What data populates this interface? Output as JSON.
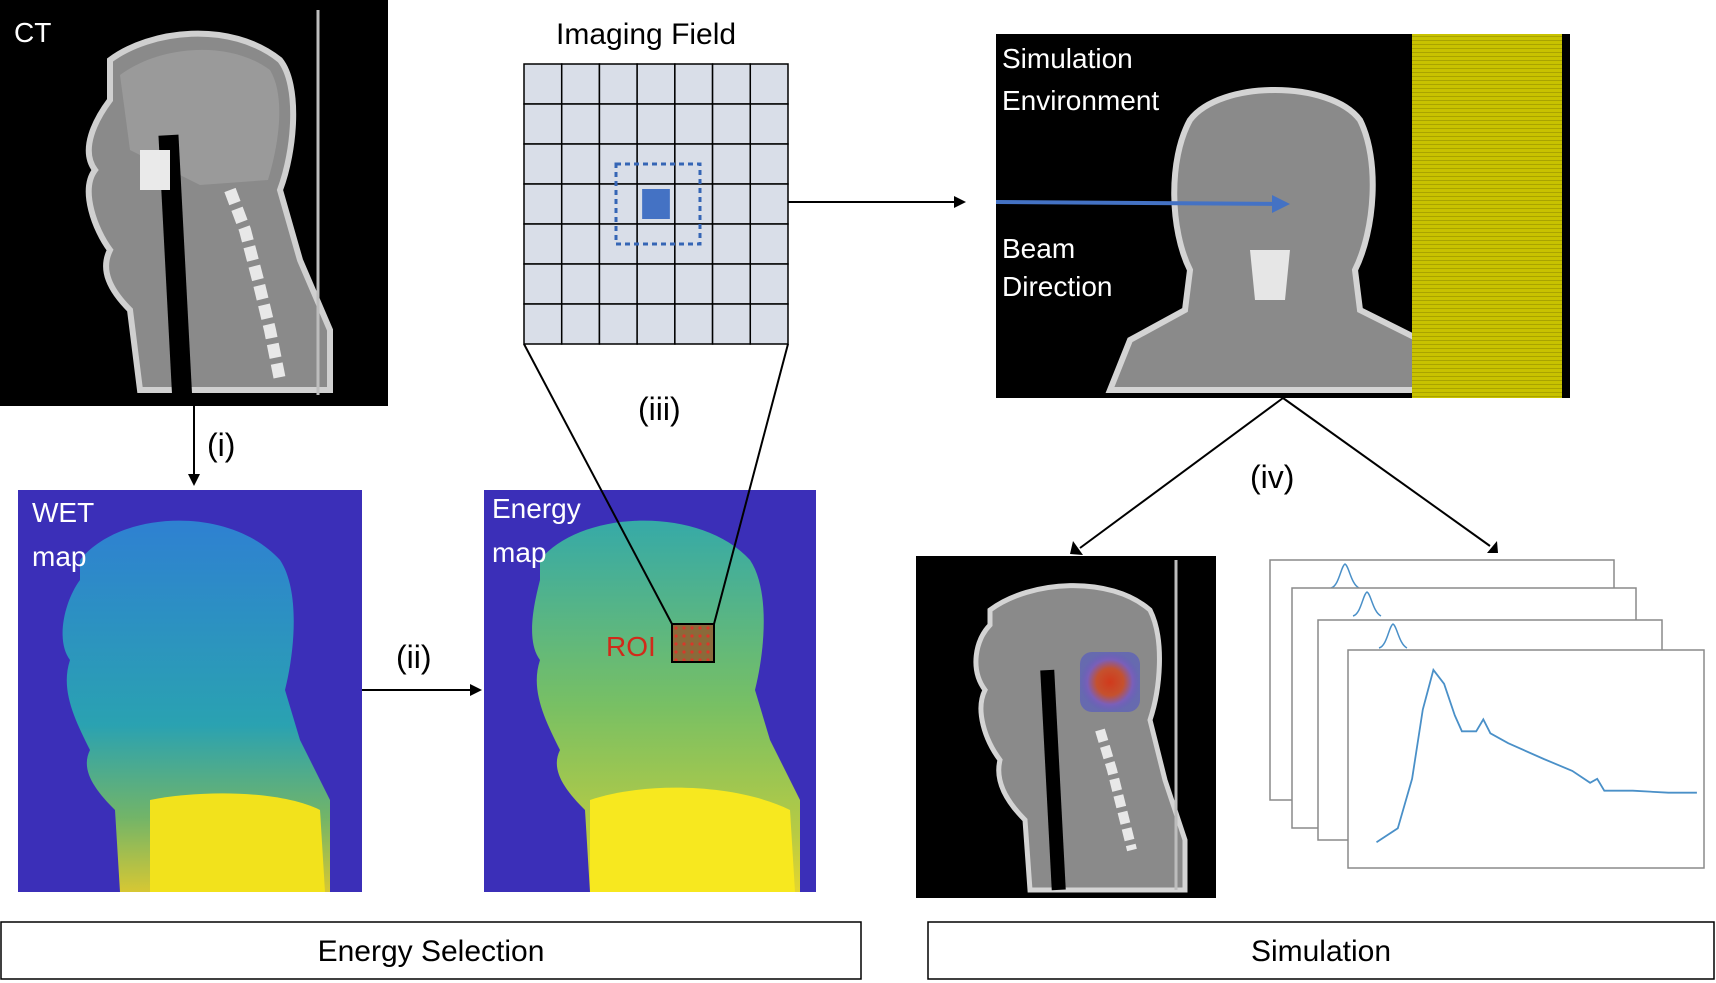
{
  "colors": {
    "dark_bg": "#000000",
    "wet_bg": "#3b2fb8",
    "beam_arrow": "#4472c4",
    "detector": "#c8c200",
    "grid_fill": "#d9dee8",
    "roi_text": "#d12a1a",
    "curve": "#4a90c8",
    "dose_hot": "#c0392b"
  },
  "labels": {
    "ct": "CT",
    "wet_line1": "WET",
    "wet_line2": "map",
    "energy_line1": "Energy",
    "energy_line2": "map",
    "roi": "ROI",
    "imaging_field": "Imaging Field",
    "sim_env_line1": "Simulation",
    "sim_env_line2": "Environment",
    "beam_line1": "Beam",
    "beam_line2": "Direction",
    "step_i": "(i)",
    "step_ii": "(ii)",
    "step_iii": "(iii)",
    "step_iv": "(iv)"
  },
  "panels": {
    "energy_selection": "Energy Selection",
    "simulation": "Simulation"
  },
  "grid": {
    "rows": 7,
    "cols": 7,
    "highlight_row": 3,
    "highlight_col": 3
  },
  "icons": {
    "ct_image": "sagittal-ct-head-image",
    "wet_image": "wet-map-heat-image",
    "energy_image": "energy-map-heat-image",
    "sim_image": "coronal-ct-simulation-image",
    "dose_image": "ct-dose-overlay-image",
    "spectra": "stacked-spectrum-plots"
  }
}
